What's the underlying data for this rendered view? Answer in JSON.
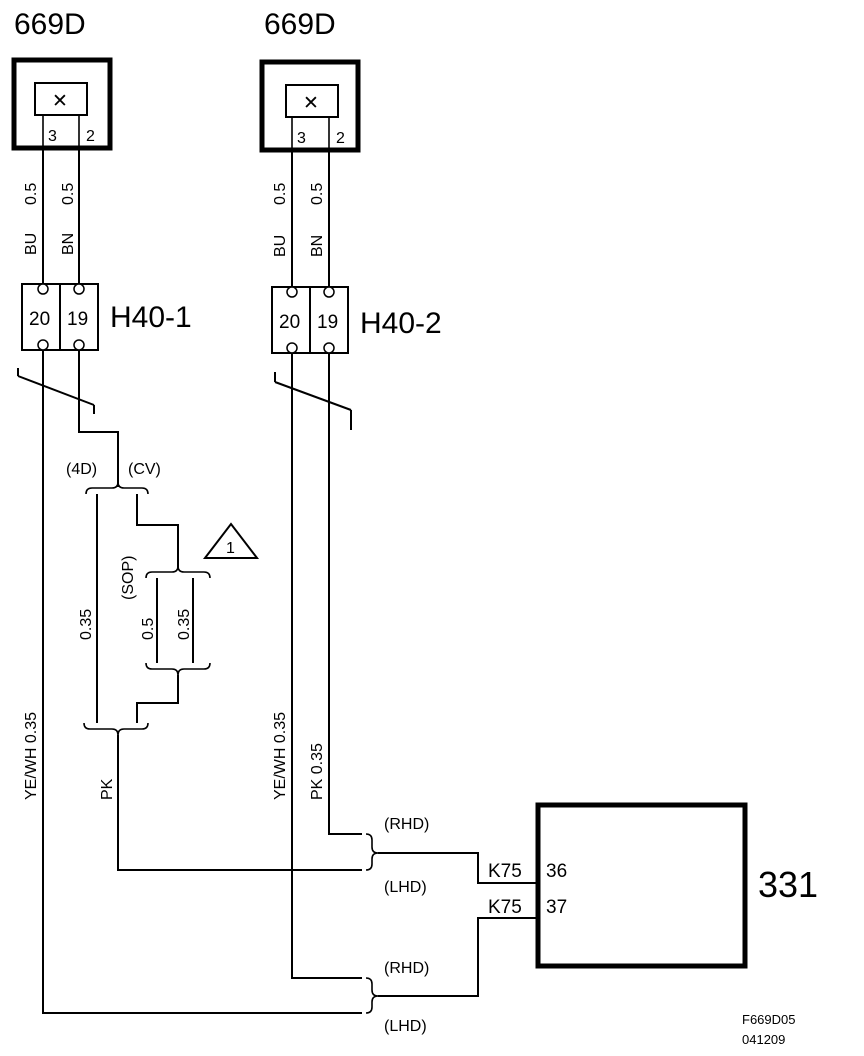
{
  "components": {
    "left_connector": {
      "label": "669D",
      "pins": [
        "3",
        "2"
      ]
    },
    "right_connector": {
      "label": "669D",
      "pins": [
        "3",
        "2"
      ]
    },
    "h40_1": {
      "label": "H40-1",
      "pins": [
        "20",
        "19"
      ]
    },
    "h40_2": {
      "label": "H40-2",
      "pins": [
        "20",
        "19"
      ]
    },
    "module_331": {
      "label": "331"
    }
  },
  "wires": {
    "left_bu": {
      "size": "0.5",
      "color": "BU"
    },
    "left_bn": {
      "size": "0.5",
      "color": "BN"
    },
    "right_bu": {
      "size": "0.5",
      "color": "BU"
    },
    "right_bn": {
      "size": "0.5",
      "color": "BN"
    },
    "left_yewh": "YE/WH 0.35",
    "right_yewh": "YE/WH 0.35",
    "right_pk": "PK 0.35",
    "left_pk": "PK",
    "variant_a": "0.35",
    "sop_a": "0.5",
    "sop_b": "0.35"
  },
  "variants": {
    "four_door": "(4D)",
    "cv": "(CV)",
    "sop": "(SOP)",
    "rhd_upper": "(RHD)",
    "lhd_upper": "(LHD)",
    "rhd_lower": "(RHD)",
    "lhd_lower": "(LHD)",
    "warning_number": "1"
  },
  "module_pins": {
    "pin1_conn": "K75",
    "pin1_num": "36",
    "pin2_conn": "K75",
    "pin2_num": "37"
  },
  "footer": {
    "code": "F669D05",
    "date": "041209"
  }
}
